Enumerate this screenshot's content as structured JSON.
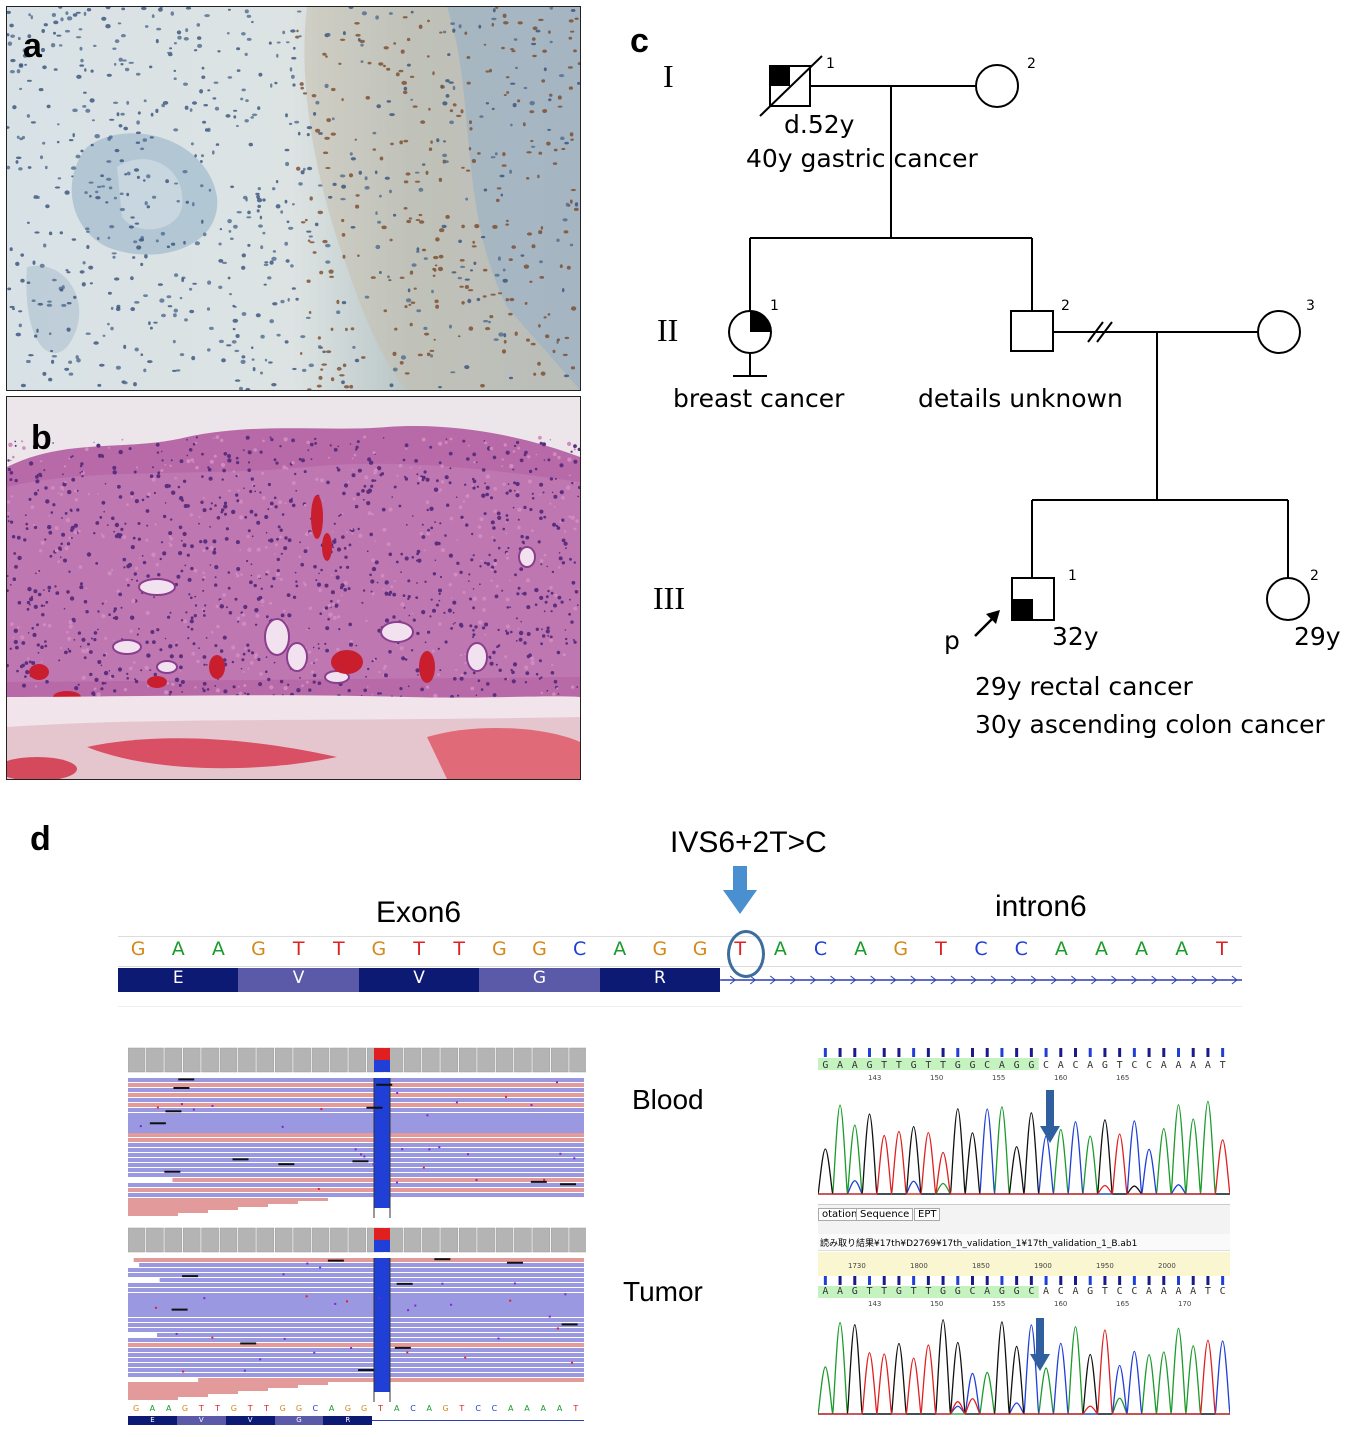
{
  "panels": {
    "a": "a",
    "b": "b",
    "c": "c",
    "d": "d"
  },
  "pedigree": {
    "generations": [
      "I",
      "II",
      "III"
    ],
    "individuals": {
      "I1": {
        "index": "1",
        "notes": [
          "d.52y",
          "40y gastric cancer"
        ]
      },
      "I2": {
        "index": "2"
      },
      "II1": {
        "index": "1",
        "notes": [
          "breast cancer"
        ]
      },
      "II2": {
        "index": "2",
        "notes": [
          "details unknown"
        ]
      },
      "II3": {
        "index": "3"
      },
      "III1": {
        "index": "1",
        "age": "32y",
        "proband": "p",
        "notes": [
          "29y rectal cancer",
          "30y ascending colon cancer"
        ]
      },
      "III2": {
        "index": "2",
        "age": "29y"
      }
    }
  },
  "sequence_panel": {
    "variant_label": "IVS6+2T>C",
    "exon_label": "Exon6",
    "intron_label": "intron6",
    "bases": [
      "G",
      "A",
      "A",
      "G",
      "T",
      "T",
      "G",
      "T",
      "T",
      "G",
      "G",
      "C",
      "A",
      "G",
      "G",
      "T",
      "A",
      "C",
      "A",
      "G",
      "T",
      "C",
      "C",
      "A",
      "A",
      "A",
      "A",
      "T"
    ],
    "amino_acids": [
      "E",
      "V",
      "V",
      "G",
      "R"
    ],
    "sample_labels": [
      "Blood",
      "Tumor"
    ],
    "mini_bases": [
      "G",
      "A",
      "A",
      "G",
      "T",
      "T",
      "G",
      "T",
      "T",
      "G",
      "G",
      "C",
      "A",
      "G",
      "G",
      "T",
      "A",
      "C",
      "A",
      "G",
      "T",
      "C",
      "C",
      "A",
      "A",
      "A",
      "A",
      "T"
    ],
    "mini_amino_acids": [
      "E",
      "V",
      "V",
      "G",
      "R"
    ],
    "chrom_blood": {
      "bases": "GAAGTTGTTGGCAGGCACAGTCCAAAAT",
      "positions": [
        "143",
        "150",
        "155",
        "160",
        "165"
      ]
    },
    "chrom_tumor": {
      "bases": "AAGTTGTTGGCAGGCACAGTCCAAAATC",
      "positions": [
        "143",
        "150",
        "155",
        "160",
        "165",
        "170"
      ],
      "top_positions": [
        "1730",
        "1800",
        "1850",
        "1900",
        "1950",
        "2000"
      ]
    },
    "software_tabs": [
      "otation",
      "Sequence",
      "EPT"
    ],
    "file_path": "読み取り結果¥17th¥D2769¥17th_validation_1¥17th_validation_1_B.ab1"
  },
  "colors": {
    "A": "#1a9b2a",
    "C": "#1f3fd6",
    "G": "#d4891c",
    "T": "#e02020",
    "aa_dark": "#0d1a73",
    "aa_light": "#5a5aa8",
    "arrow_blue": "#4a8fd0",
    "chrom_arrow": "#2f5f9e"
  }
}
